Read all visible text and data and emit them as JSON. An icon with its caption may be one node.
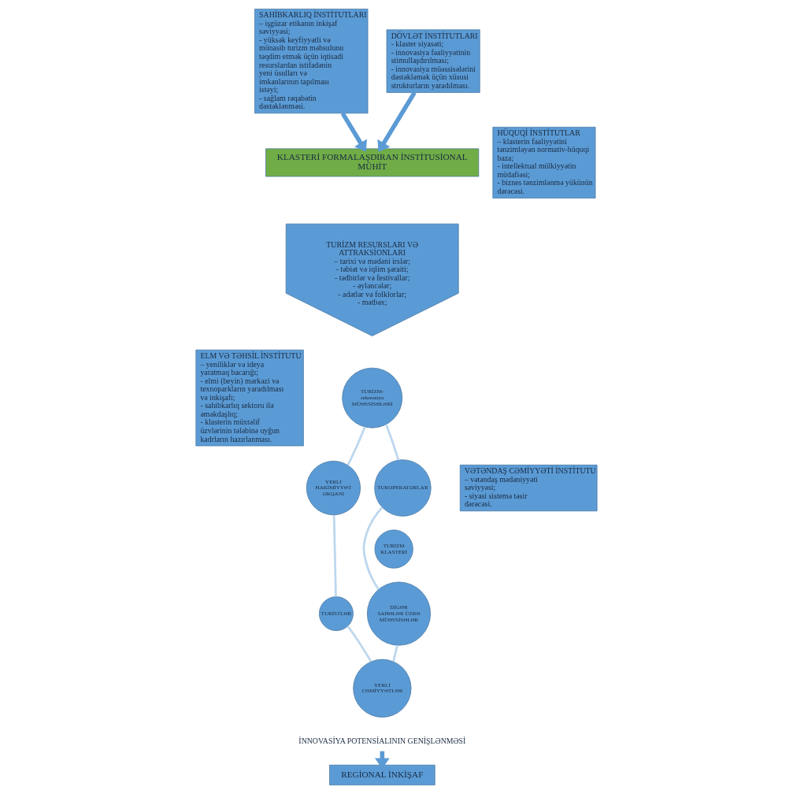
{
  "diagram": {
    "nodes": [
      {
        "text": [
          "KLASTERİ FORMALAŞDIRAN İNSTİTUSİONAL MÜHİT"
        ]
      },
      {
        "text": [
          "DÖVLƏT İNSTİTUTLARI",
          "- klaster siyasəti;",
          "- innovasiya fəaliyyətinin stimullaşdırılması;",
          "- innovasiya müəssisələrini dəstəkləmək üçün xüsusi strukturların yaradılması."
        ]
      },
      {
        "text": [
          "TURİZM RESURSLARI VƏ ATTRAKSİONLARI",
          "– tarixi və mədəni irslər;",
          "- təbiət və iqlim şəraiti;",
          "- tədbirlər və festivallar;",
          "- əyləncələr;",
          "- adətlər və folklorlar;",
          "- mətbəx;"
        ]
      },
      {
        "text": [
          "SAHİBKARLIQ İNSTİTUTLARI",
          "– işgüzar etikanın inkişaf səviyyəsi;",
          "- yüksək keyfiyyətli və münasib turizm məhsulunu təqdim etmək üçün iqtisadi resurslardan istifadənin yeni üsulları və imkanlarının tapılması istəyi;",
          "- sağlam rəqabətin dəstəklənməsi."
        ]
      },
      {
        "text": [
          "HÜQUQİ İNSTİTUTLAR",
          "– klasterin fəaliyyətini tənzimləyən normativ-hüquqi baza;",
          "- intellektual mülkiyyətin müdafiəsi;",
          "- biznes tənzimlənmə yükünün dərəcəsi."
        ]
      },
      {
        "text": [
          "TURİZM- rekreasiya MÜƏSSİSƏLƏRİ"
        ]
      },
      {
        "text": [
          "YERLİ HAKİMİYYƏT ORQANI"
        ]
      },
      {
        "text": [
          "TUROPERATORLAR"
        ]
      },
      {
        "text": [
          "TURİZM KLASTERİ"
        ]
      },
      {
        "text": [
          "TURİSTLƏR"
        ]
      },
      {
        "text": [
          "DİGƏR SAHƏLƏR ÜZRƏ MÜƏSSİSƏLƏR"
        ]
      },
      {
        "text": [
          "ELM VƏ TƏHSİL İNSTİTUTU",
          "– yeniliklər və ideya yaratmaq bacarığı;",
          "- elmi (beyin) mərkəzi və texnoparkların yaradılması və inkişafı;",
          "- sahibkarlıq sektoru ilə əməkdaşlıq;",
          "- klasterin müxtəlif üzvlərinin tələbinə uyğun kadrların hazırlanması."
        ]
      },
      {
        "text": [
          "YERLİ CƏMİYYƏTLƏR"
        ]
      },
      {
        "text": [
          "VƏTƏNDAŞ CƏMİYYƏTİ İNSTİTUTU",
          "– vətəndaş mədəniyyəti səviyyəsi;",
          "- siyasi sistemə təsir dərəcəsi."
        ]
      },
      {
        "text": [
          "İNNOVASİYA POTENSİALININ GENİŞLƏNMƏSİ"
        ]
      },
      {
        "text": [
          "REGİONAL İNKİŞAF"
        ]
      }
    ],
    "edges": [
      {
        "from": 1,
        "to": 0,
        "arrow": "to",
        "color": "#5b9bd5",
        "style": "thick"
      },
      {
        "from": 3,
        "to": 0,
        "arrow": "to",
        "color": "#5b9bd5",
        "style": "thick"
      },
      {
        "from": 5,
        "to": 7,
        "arrow": "none"
      },
      {
        "from": 7,
        "to": 10,
        "arrow": "none"
      },
      {
        "from": 10,
        "to": 12,
        "arrow": "none"
      },
      {
        "from": 12,
        "to": 9,
        "arrow": "none"
      },
      {
        "from": 9,
        "to": 6,
        "arrow": "none"
      },
      {
        "from": 6,
        "to": 5,
        "arrow": "none"
      },
      {
        "from": 14,
        "to": 15,
        "arrow": "to",
        "color": "#5b9bd5",
        "style": "thick"
      }
    ]
  }
}
